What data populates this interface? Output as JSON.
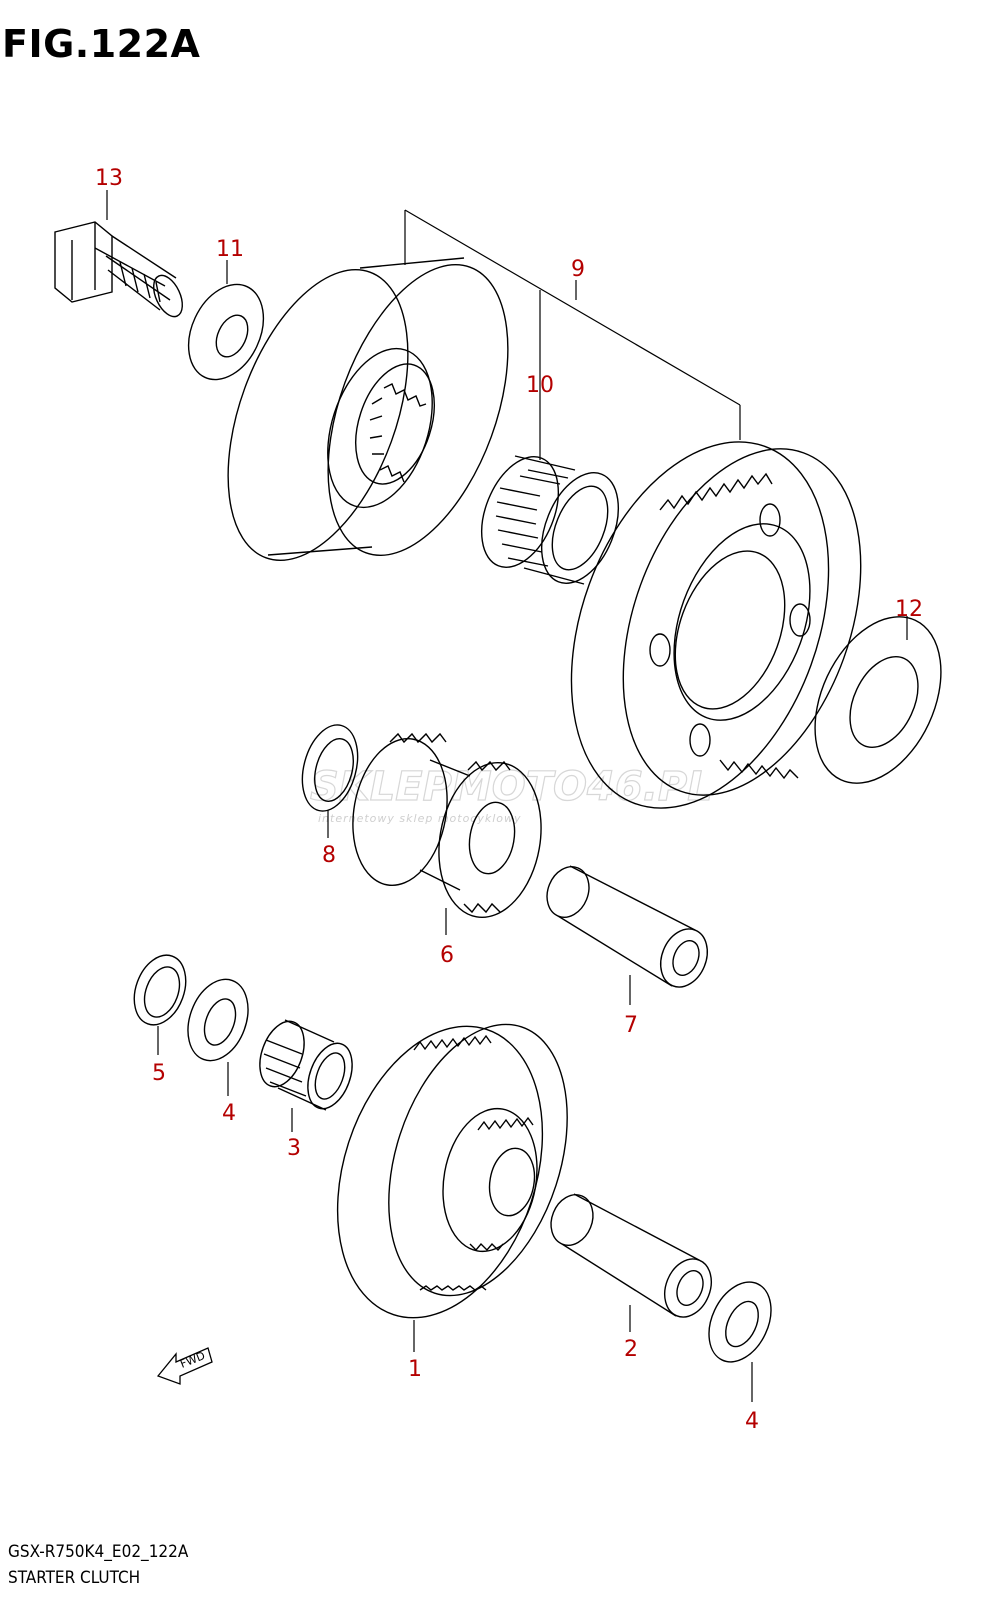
{
  "figure": {
    "title": "FIG.122A",
    "footer_code": "GSX-R750K4_E02_122A",
    "footer_name": "STARTER CLUTCH"
  },
  "watermark": {
    "main": "SKLEPMOTO46.PL",
    "sub": "internetowy sklep motocyklowy"
  },
  "direction_badge": "FWD",
  "callouts": {
    "p1": "1",
    "p2": "2",
    "p3": "3",
    "p4a": "4",
    "p4b": "4",
    "p5": "5",
    "p6": "6",
    "p7": "7",
    "p8": "8",
    "p9": "9",
    "p10": "10",
    "p11": "11",
    "p12": "12",
    "p13": "13"
  },
  "colors": {
    "callout": "#b40000",
    "line": "#000000",
    "watermark": "#d7d7d7"
  }
}
